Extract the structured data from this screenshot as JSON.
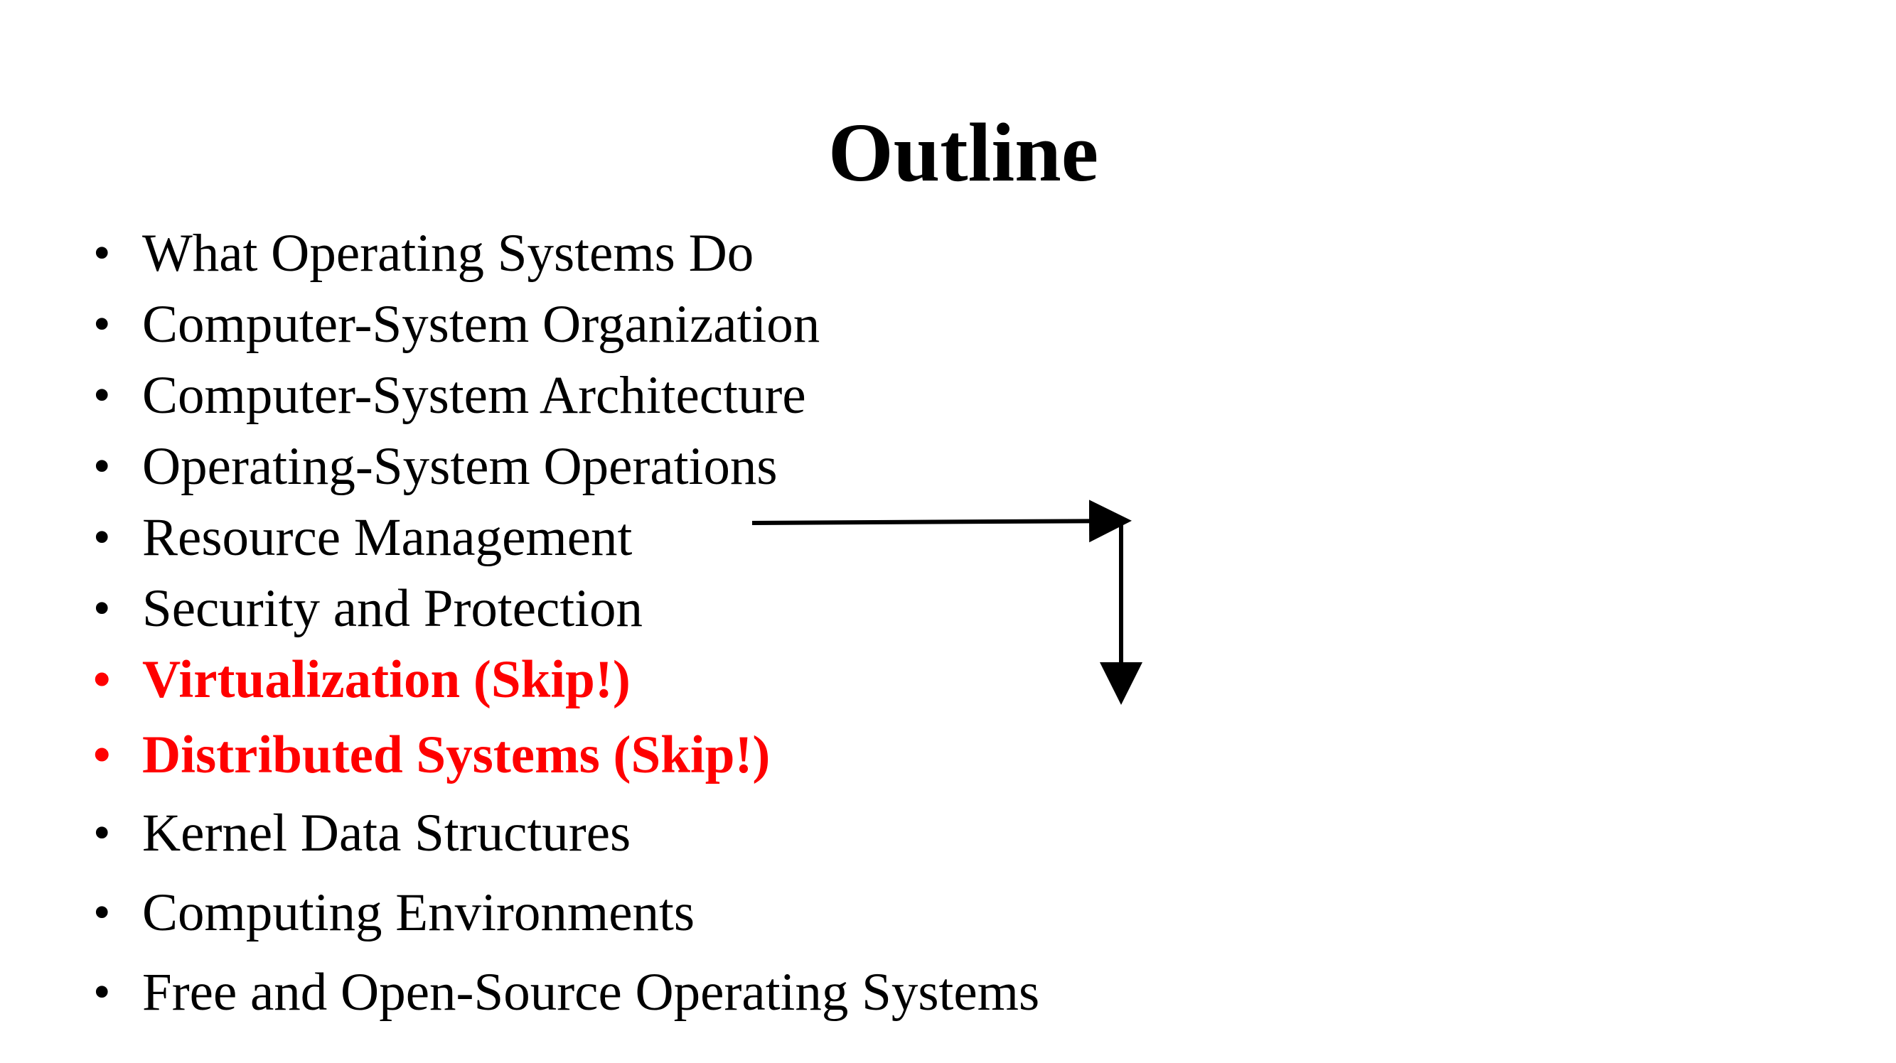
{
  "slide": {
    "title": "Outline",
    "items": [
      {
        "label": "What Operating Systems Do",
        "skip": false
      },
      {
        "label": "Computer-System Organization",
        "skip": false
      },
      {
        "label": "Computer-System Architecture",
        "skip": false
      },
      {
        "label": "Operating-System Operations",
        "skip": false
      },
      {
        "label": "Resource Management",
        "skip": false
      },
      {
        "label": "Security and Protection",
        "skip": false
      },
      {
        "label": "Virtualization (Skip!)",
        "skip": true
      },
      {
        "label": "Distributed Systems (Skip!)",
        "skip": true
      },
      {
        "label": "Kernel Data Structures",
        "skip": false
      },
      {
        "label": "Computing Environments",
        "skip": false
      },
      {
        "label": "Free and Open-Source Operating Systems",
        "skip": false
      }
    ],
    "bullet": "•",
    "colors": {
      "text": "#000000",
      "skip": "#ff0000",
      "background": "#ffffff"
    }
  }
}
